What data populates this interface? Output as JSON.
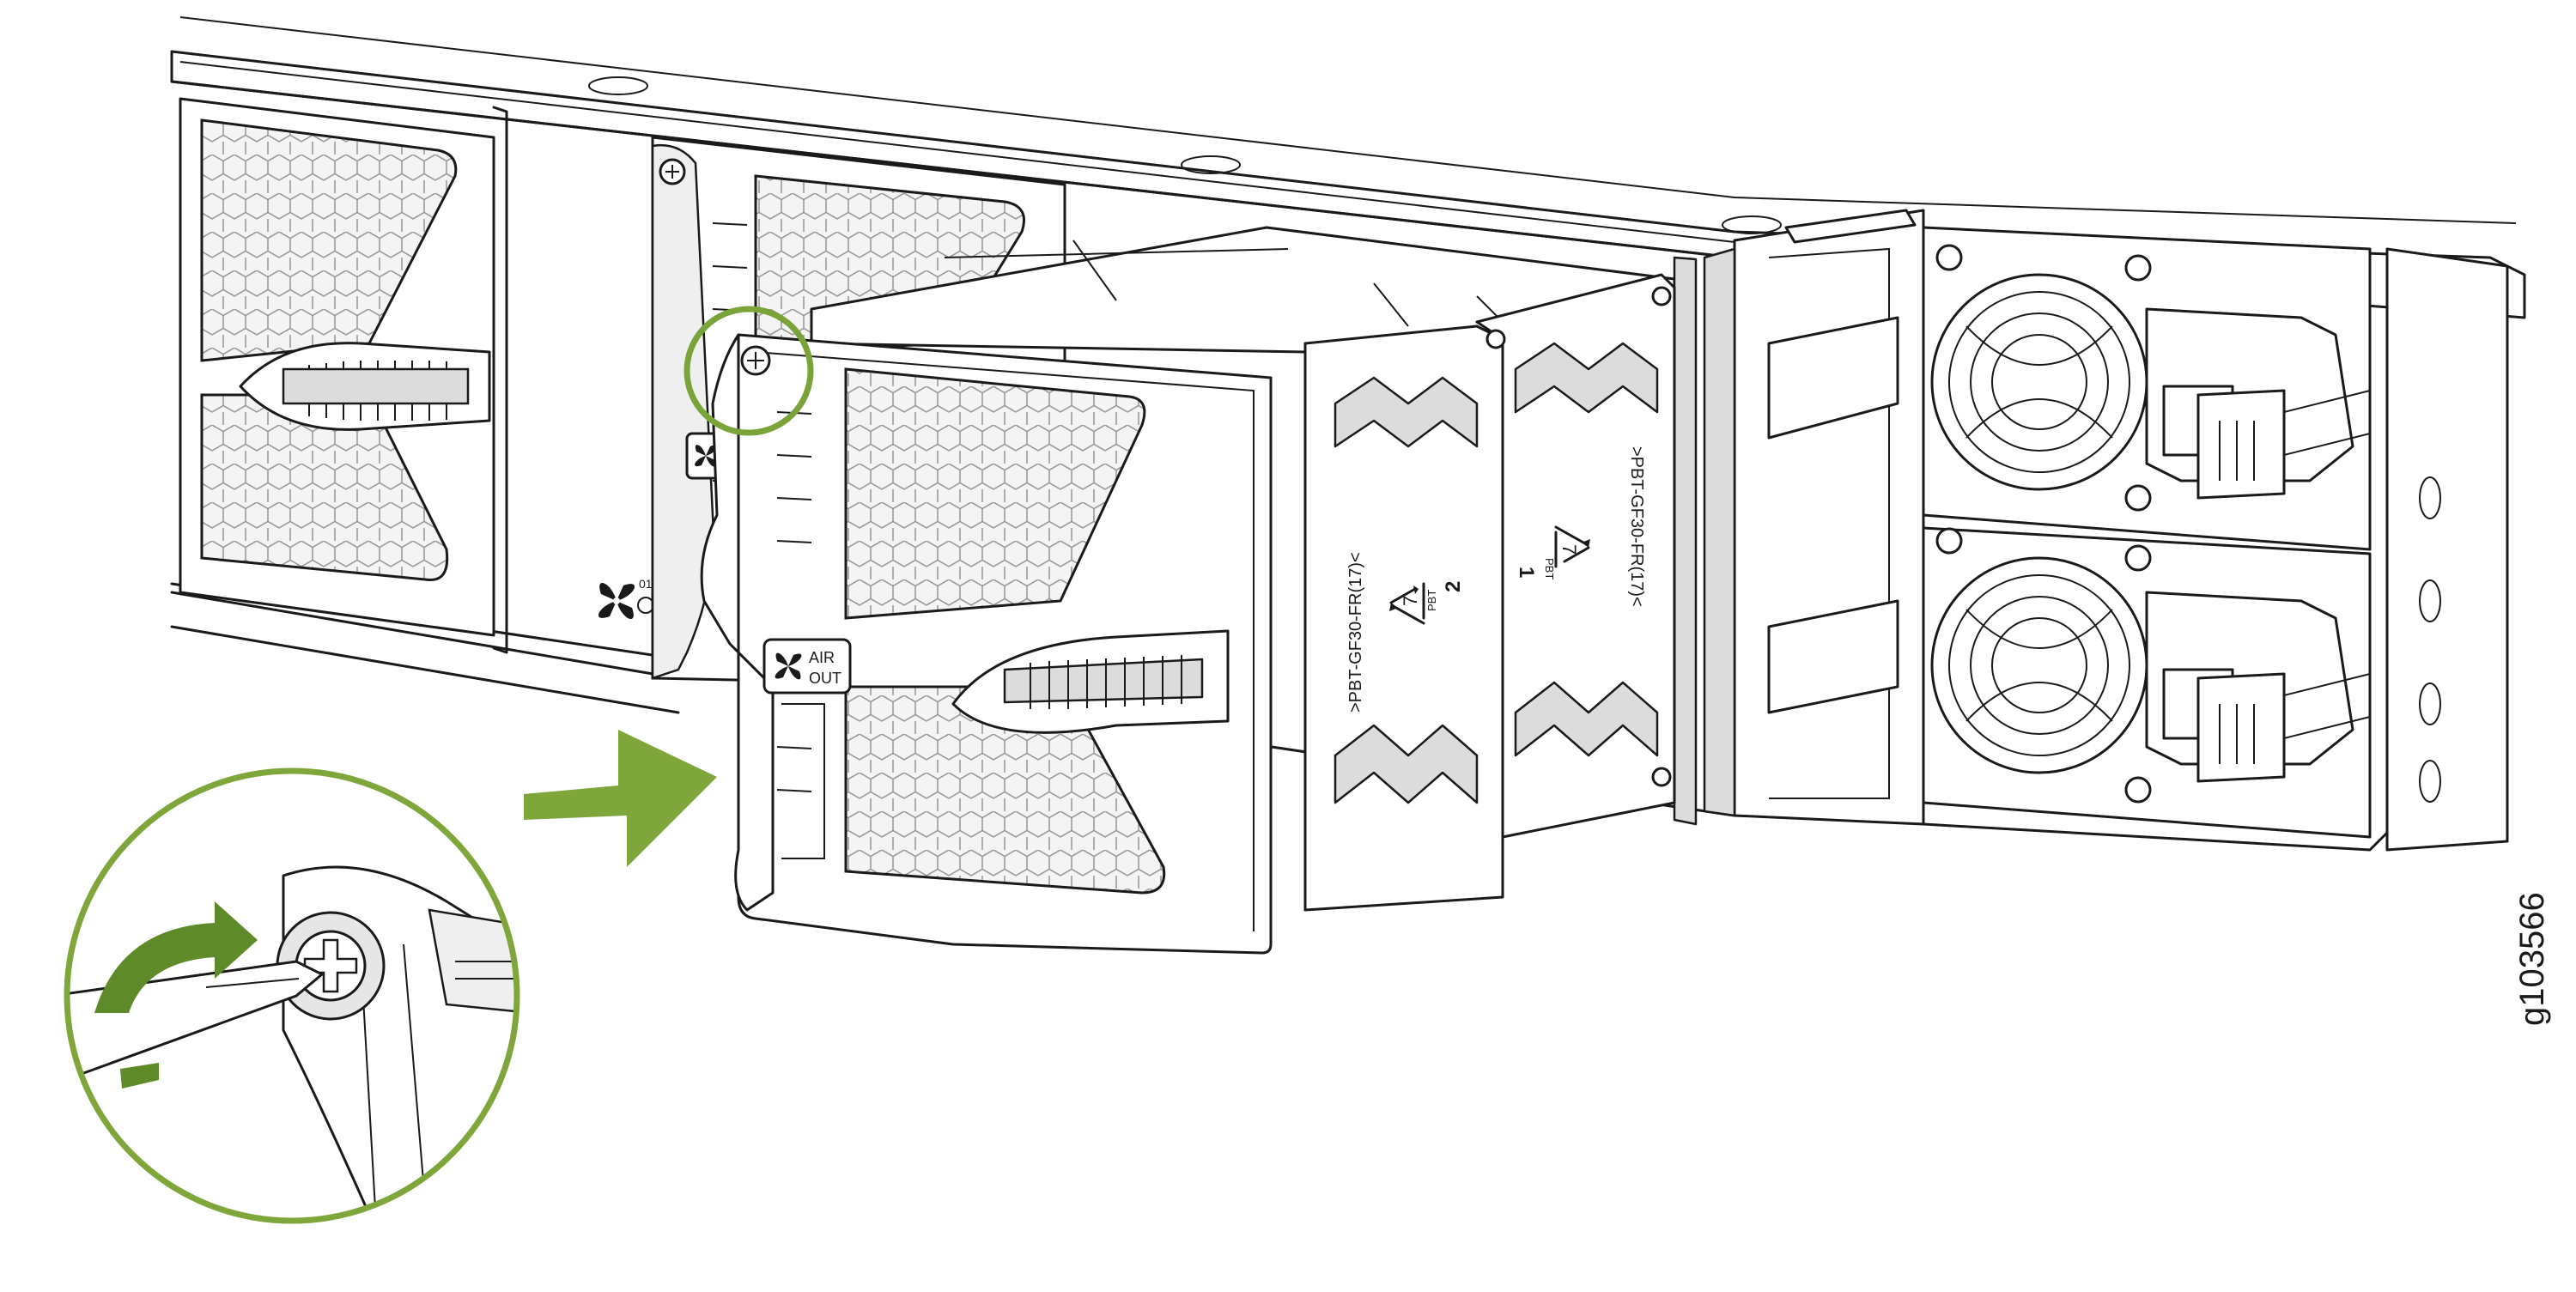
{
  "figure": {
    "figure_id": "g103566",
    "fan_slot_label": "01",
    "airflow_badge": {
      "line1": "AIR",
      "line2": "OUT"
    },
    "module_marking_left": ">PBT-GF30-FR(17)<",
    "module_marking_right": ">PBT-GF30-FR(17)<",
    "recycle_code": "7",
    "recycle_material": "PBT",
    "fan_number_left": "2",
    "fan_number_right": "1"
  },
  "colors": {
    "accent_green": "#7fa63a",
    "callout_ring": "#7aa33a",
    "line_art": "#1a1a1a",
    "panel_gray": "#dcdcdc"
  },
  "icons": {
    "insert_arrow": "arrow-right-icon",
    "rotate_screw": "rotate-clockwise-icon",
    "fan": "fan-icon",
    "recycle": "recycle-icon"
  }
}
